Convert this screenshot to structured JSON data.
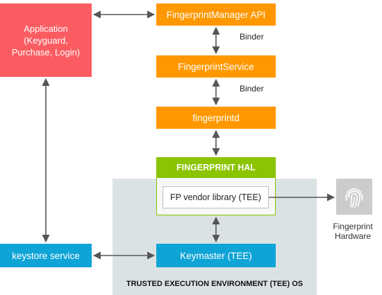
{
  "nodes": {
    "application": {
      "line1": "Application",
      "line2": "(Keyguard,",
      "line3": "Purchase, Login)"
    },
    "fingerprint_manager_api": "FingerprintManager API",
    "fingerprint_service": "FingerprintService",
    "fingerprintd": "fingerprintd",
    "fingerprint_hal": "FINGERPRINT HAL",
    "fp_vendor_library": "FP vendor library (TEE)",
    "keymaster": "Keymaster (TEE)",
    "keystore_service": "keystore service",
    "fingerprint_hardware": {
      "line1": "Fingerprint",
      "line2": "Hardware"
    }
  },
  "labels": {
    "binder_1": "Binder",
    "binder_2": "Binder",
    "tee_os": "TRUSTED EXECUTION ENVIRONMENT (TEE) OS"
  },
  "colors": {
    "application": "#fa5c61",
    "orange": "#ff9800",
    "hal_green": "#8bc400",
    "blue": "#0fa4d6",
    "tee_region": "#dbe2e4",
    "hardware_bg": "#cccccc",
    "arrow": "#555555"
  },
  "icons": {
    "fingerprint_hardware": "fingerprint-icon"
  }
}
